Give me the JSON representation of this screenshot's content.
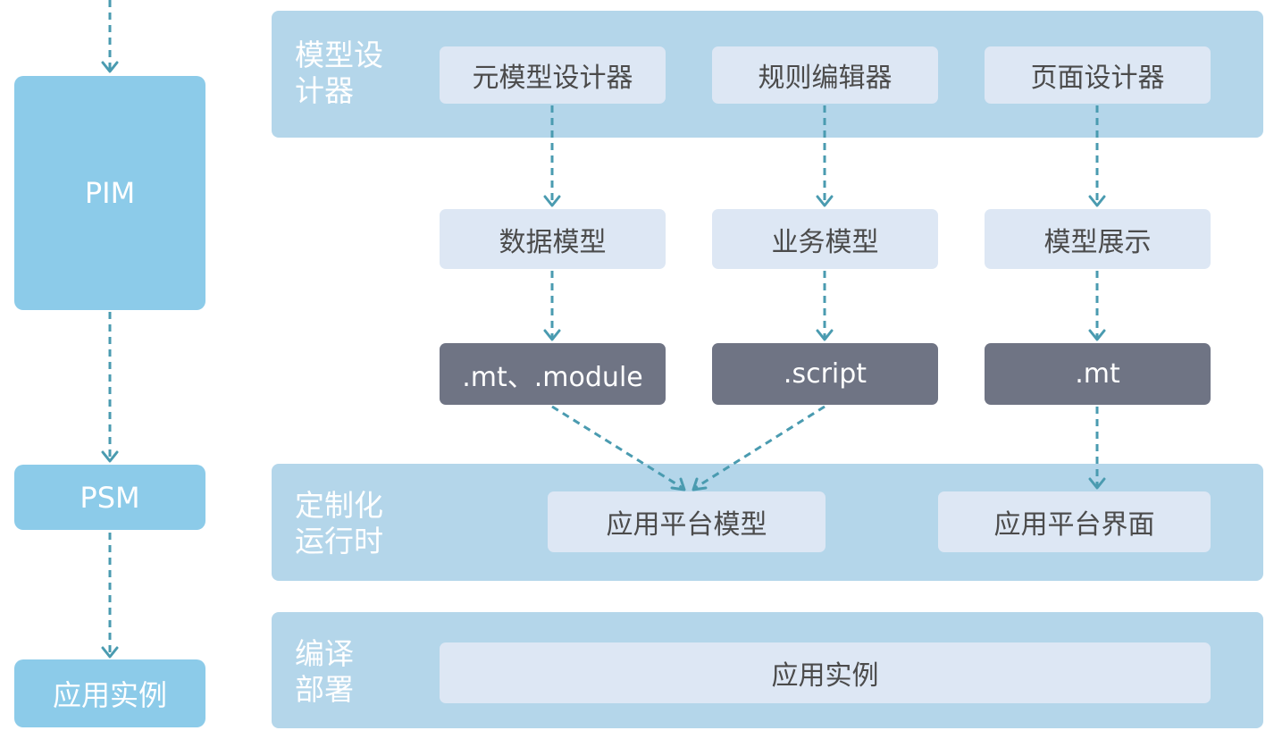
{
  "left_column": {
    "pim": "PIM",
    "psm": "PSM",
    "app_instance": "应用实例"
  },
  "design_section": {
    "label_line1": "模型设",
    "label_line2": "计器",
    "tools": [
      "元模型设计器",
      "规则编辑器",
      "页面设计器"
    ]
  },
  "models": [
    "数据模型",
    "业务模型",
    "模型展示"
  ],
  "file_types": [
    ".mt、.module",
    ".script",
    ".mt"
  ],
  "runtime_section": {
    "label_line1": "定制化",
    "label_line2": "运行时",
    "items": [
      "应用平台模型",
      "应用平台界面"
    ]
  },
  "deploy_section": {
    "label_line1": "编译",
    "label_line2": "部署",
    "item": "应用实例"
  },
  "colors": {
    "left_box": "#8ccbe9",
    "panel": "#b4d6ea",
    "light_box": "#dde7f4",
    "dark_box": "#6f7484",
    "arrow": "#4a9bb0"
  }
}
